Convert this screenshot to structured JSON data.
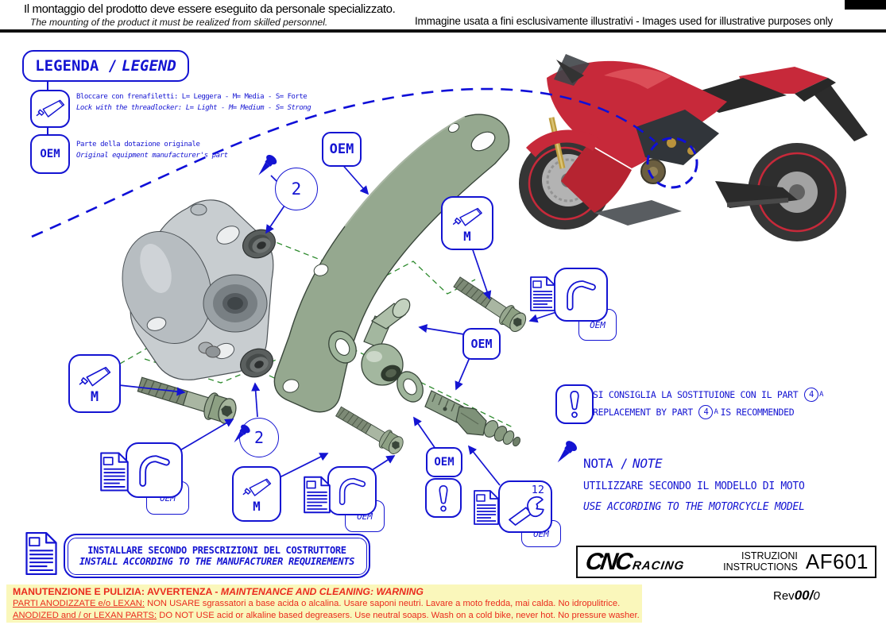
{
  "header": {
    "it": "Il montaggio del prodotto deve essere eseguito da personale specializzato.",
    "en": "The mounting of the product it must be realized from skilled personnel.",
    "right": "Immagine usata a fini esclusivamente illustrativi - Images used for illustrative purposes only"
  },
  "legend": {
    "title_it": "LEGENDA /",
    "title_en": "LEGEND",
    "threadlocker_it": "Bloccare con frenafiletti: L= Leggera - M= Media - S= Forte",
    "threadlocker_en": "Lock with the threadlocker: L= Light - M= Medium - S= Strong",
    "oem_it": "Parte della dotazione originale",
    "oem_en": "Original equipment manufacturer's part"
  },
  "callouts": {
    "oem": "OEM",
    "m": "M",
    "qty2": "2",
    "wrench_size": "12",
    "part_num": "4",
    "part_sup": "A"
  },
  "notes": {
    "replace_it": "SI CONSIGLIA LA SOSTITUIONE CON IL PART",
    "replace_en_a": "REPLACEMENT BY PART",
    "replace_en_b": "IS RECOMMENDED",
    "nota_it": "NOTA /",
    "nota_en": "NOTE",
    "model_it": "UTILIZZARE SECONDO IL MODELLO DI MOTO",
    "model_en": "USE ACCORDING TO THE MOTORCYCLE MODEL"
  },
  "install": {
    "it": "INSTALLARE SECONDO PRESCRIZIONI DEL COSTRUTTORE",
    "en": "INSTALL ACCORDING TO THE MANUFACTURER REQUIREMENTS"
  },
  "footer": {
    "brand_cnc": "CNC",
    "brand_racing": "RACING",
    "label_it": "ISTRUZIONI",
    "label_en": "INSTRUCTIONS",
    "code": "AF601",
    "rev_label": "Rev",
    "rev_major": "00/",
    "rev_minor": "0"
  },
  "warning": {
    "title_it": "MANUTENZIONE E PULIZIA: AVVERTENZA -",
    "title_en": "MAINTENANCE AND CLEANING: WARNING",
    "anodized_label_it": "PARTI ANODIZZATE  e/o LEXAN:",
    "anodized_text_it": "NON USARE sgrassatori a base acida o alcalina. Usare saponi neutri. Lavare a moto fredda, mai calda. No idropulitrice.",
    "anodized_label_en": "ANODIZED and / or LEXAN PARTS:",
    "anodized_text_en": "DO NOT USE acid or alkaline based degreasers. Use neutral soaps. Wash on a cold bike, never hot. No pressure washer."
  },
  "colors": {
    "callout_blue": "#1414d2",
    "axis_green": "#2e8b2e",
    "warning_red": "#ea2b1d",
    "warning_bg": "#faf7bb",
    "bike_red": "#c3172a"
  }
}
